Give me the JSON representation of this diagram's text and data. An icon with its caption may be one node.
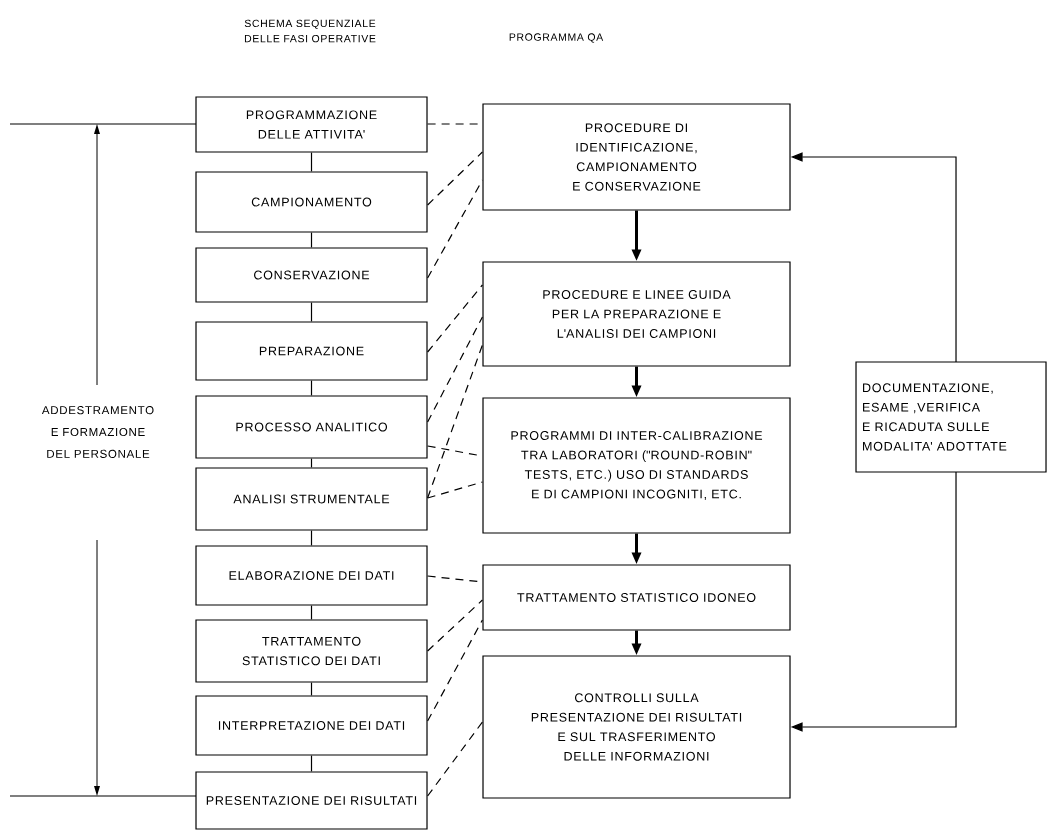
{
  "diagram": {
    "nodes": [
      {
        "text": [
          "PROGRAMMAZIONE DELLE ATTIVITA'"
        ]
      },
      {
        "text": [
          "CAMPIONAMENTO"
        ]
      },
      {
        "text": [
          "CONSERVAZIONE"
        ]
      },
      {
        "text": [
          "PREPARAZIONE"
        ]
      },
      {
        "text": [
          "PROCESSO ANALITICO"
        ]
      },
      {
        "text": [
          "ANALISI STRUMENTALE"
        ]
      },
      {
        "text": [
          "ELABORAZIONE DEI DATI"
        ]
      },
      {
        "text": [
          "TRATTAMENTO STATISTICO DEI DATI"
        ]
      },
      {
        "text": [
          "INTERPRETAZIONE DEI DATI"
        ]
      },
      {
        "text": [
          "PRESENTAZIONE DEI RISULTATI"
        ]
      },
      {
        "text": [
          "PROCEDURE DI IDENTIFICAZIONE, CAMPIONAMENTO E CONSERVAZIONE"
        ]
      },
      {
        "text": [
          "PROCEDURE E LINEE GUIDA PER LA PREPARAZIONE E L'ANALISI DEI CAMPIONI"
        ]
      },
      {
        "text": [
          "PROGRAMMI DI INTER-CALIBRAZIONE TRA LABORATORI (\"ROUND-ROBIN\" TESTS, ETC.) USO DI STANDARDS E DI CAMPIONI INCOGNITI, ETC."
        ]
      },
      {
        "text": [
          "TRATTAMENTO STATISTICO IDONEO"
        ]
      },
      {
        "text": [
          "CONTROLLI SULLA PRESENTAZIONE DEI RISULTATI E SUL TRASFERIMENTO DELLE INFORMAZIONI"
        ]
      },
      {
        "text": [
          "DOCUMENTAZIONE, ESAME ,VERIFICA E RICADUTA SULLE MODALITA' ADOTTATE"
        ]
      }
    ],
    "edges": [
      {
        "from": 0,
        "to": 1,
        "arrow": "none"
      },
      {
        "from": 1,
        "to": 2,
        "arrow": "none"
      },
      {
        "from": 2,
        "to": 3,
        "arrow": "none"
      },
      {
        "from": 3,
        "to": 4,
        "arrow": "none"
      },
      {
        "from": 4,
        "to": 5,
        "arrow": "none"
      },
      {
        "from": 5,
        "to": 6,
        "arrow": "none"
      },
      {
        "from": 6,
        "to": 7,
        "arrow": "none"
      },
      {
        "from": 7,
        "to": 8,
        "arrow": "none"
      },
      {
        "from": 8,
        "to": 9,
        "arrow": "none"
      },
      {
        "from": 10,
        "to": 11,
        "arrow": "to",
        "style": "thick"
      },
      {
        "from": 11,
        "to": 12,
        "arrow": "to",
        "style": "thick"
      },
      {
        "from": 12,
        "to": 13,
        "arrow": "to",
        "style": "thick"
      },
      {
        "from": 13,
        "to": 14,
        "arrow": "to",
        "style": "thick"
      },
      {
        "from": 15,
        "to": 10,
        "arrow": "to"
      },
      {
        "from": 15,
        "to": 14,
        "arrow": "to"
      },
      {
        "from": 0,
        "to": 10,
        "arrow": "none",
        "style": "dashed"
      },
      {
        "from": 1,
        "to": 10,
        "arrow": "none",
        "style": "dashed"
      },
      {
        "from": 2,
        "to": 10,
        "arrow": "none",
        "style": "dashed"
      },
      {
        "from": 3,
        "to": 11,
        "arrow": "none",
        "style": "dashed"
      },
      {
        "from": 4,
        "to": 11,
        "arrow": "none",
        "style": "dashed"
      },
      {
        "from": 5,
        "to": 11,
        "arrow": "none",
        "style": "dashed"
      },
      {
        "from": 4,
        "to": 12,
        "arrow": "none",
        "style": "dashed"
      },
      {
        "from": 5,
        "to": 12,
        "arrow": "none",
        "style": "dashed"
      },
      {
        "from": 6,
        "to": 13,
        "arrow": "none",
        "style": "dashed"
      },
      {
        "from": 7,
        "to": 13,
        "arrow": "none",
        "style": "dashed"
      },
      {
        "from": 8,
        "to": 13,
        "arrow": "none",
        "style": "dashed"
      },
      {
        "from": 9,
        "to": 14,
        "arrow": "none",
        "style": "dashed"
      }
    ],
    "labels": [
      "SCHEMA SEQUENZIALE DELLE FASI OPERATIVE",
      "PROGRAMMA QA",
      "ADDESTRAMENTO E FORMAZIONE DEL PERSONALE"
    ]
  }
}
